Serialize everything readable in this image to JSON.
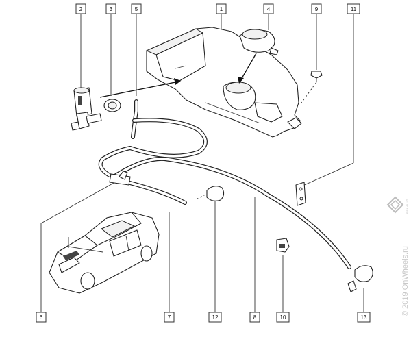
{
  "callouts": {
    "c1": "1",
    "c2": "2",
    "c3": "3",
    "c4": "4",
    "c5": "5",
    "c6": "6",
    "c7": "7",
    "c8": "8",
    "c9": "9",
    "c10": "10",
    "c11": "11",
    "c12": "12",
    "c13": "13"
  },
  "watermark": {
    "text": "© 2019 OnWheels.ru"
  },
  "brand": {
    "logo_text": "RENAULT"
  }
}
